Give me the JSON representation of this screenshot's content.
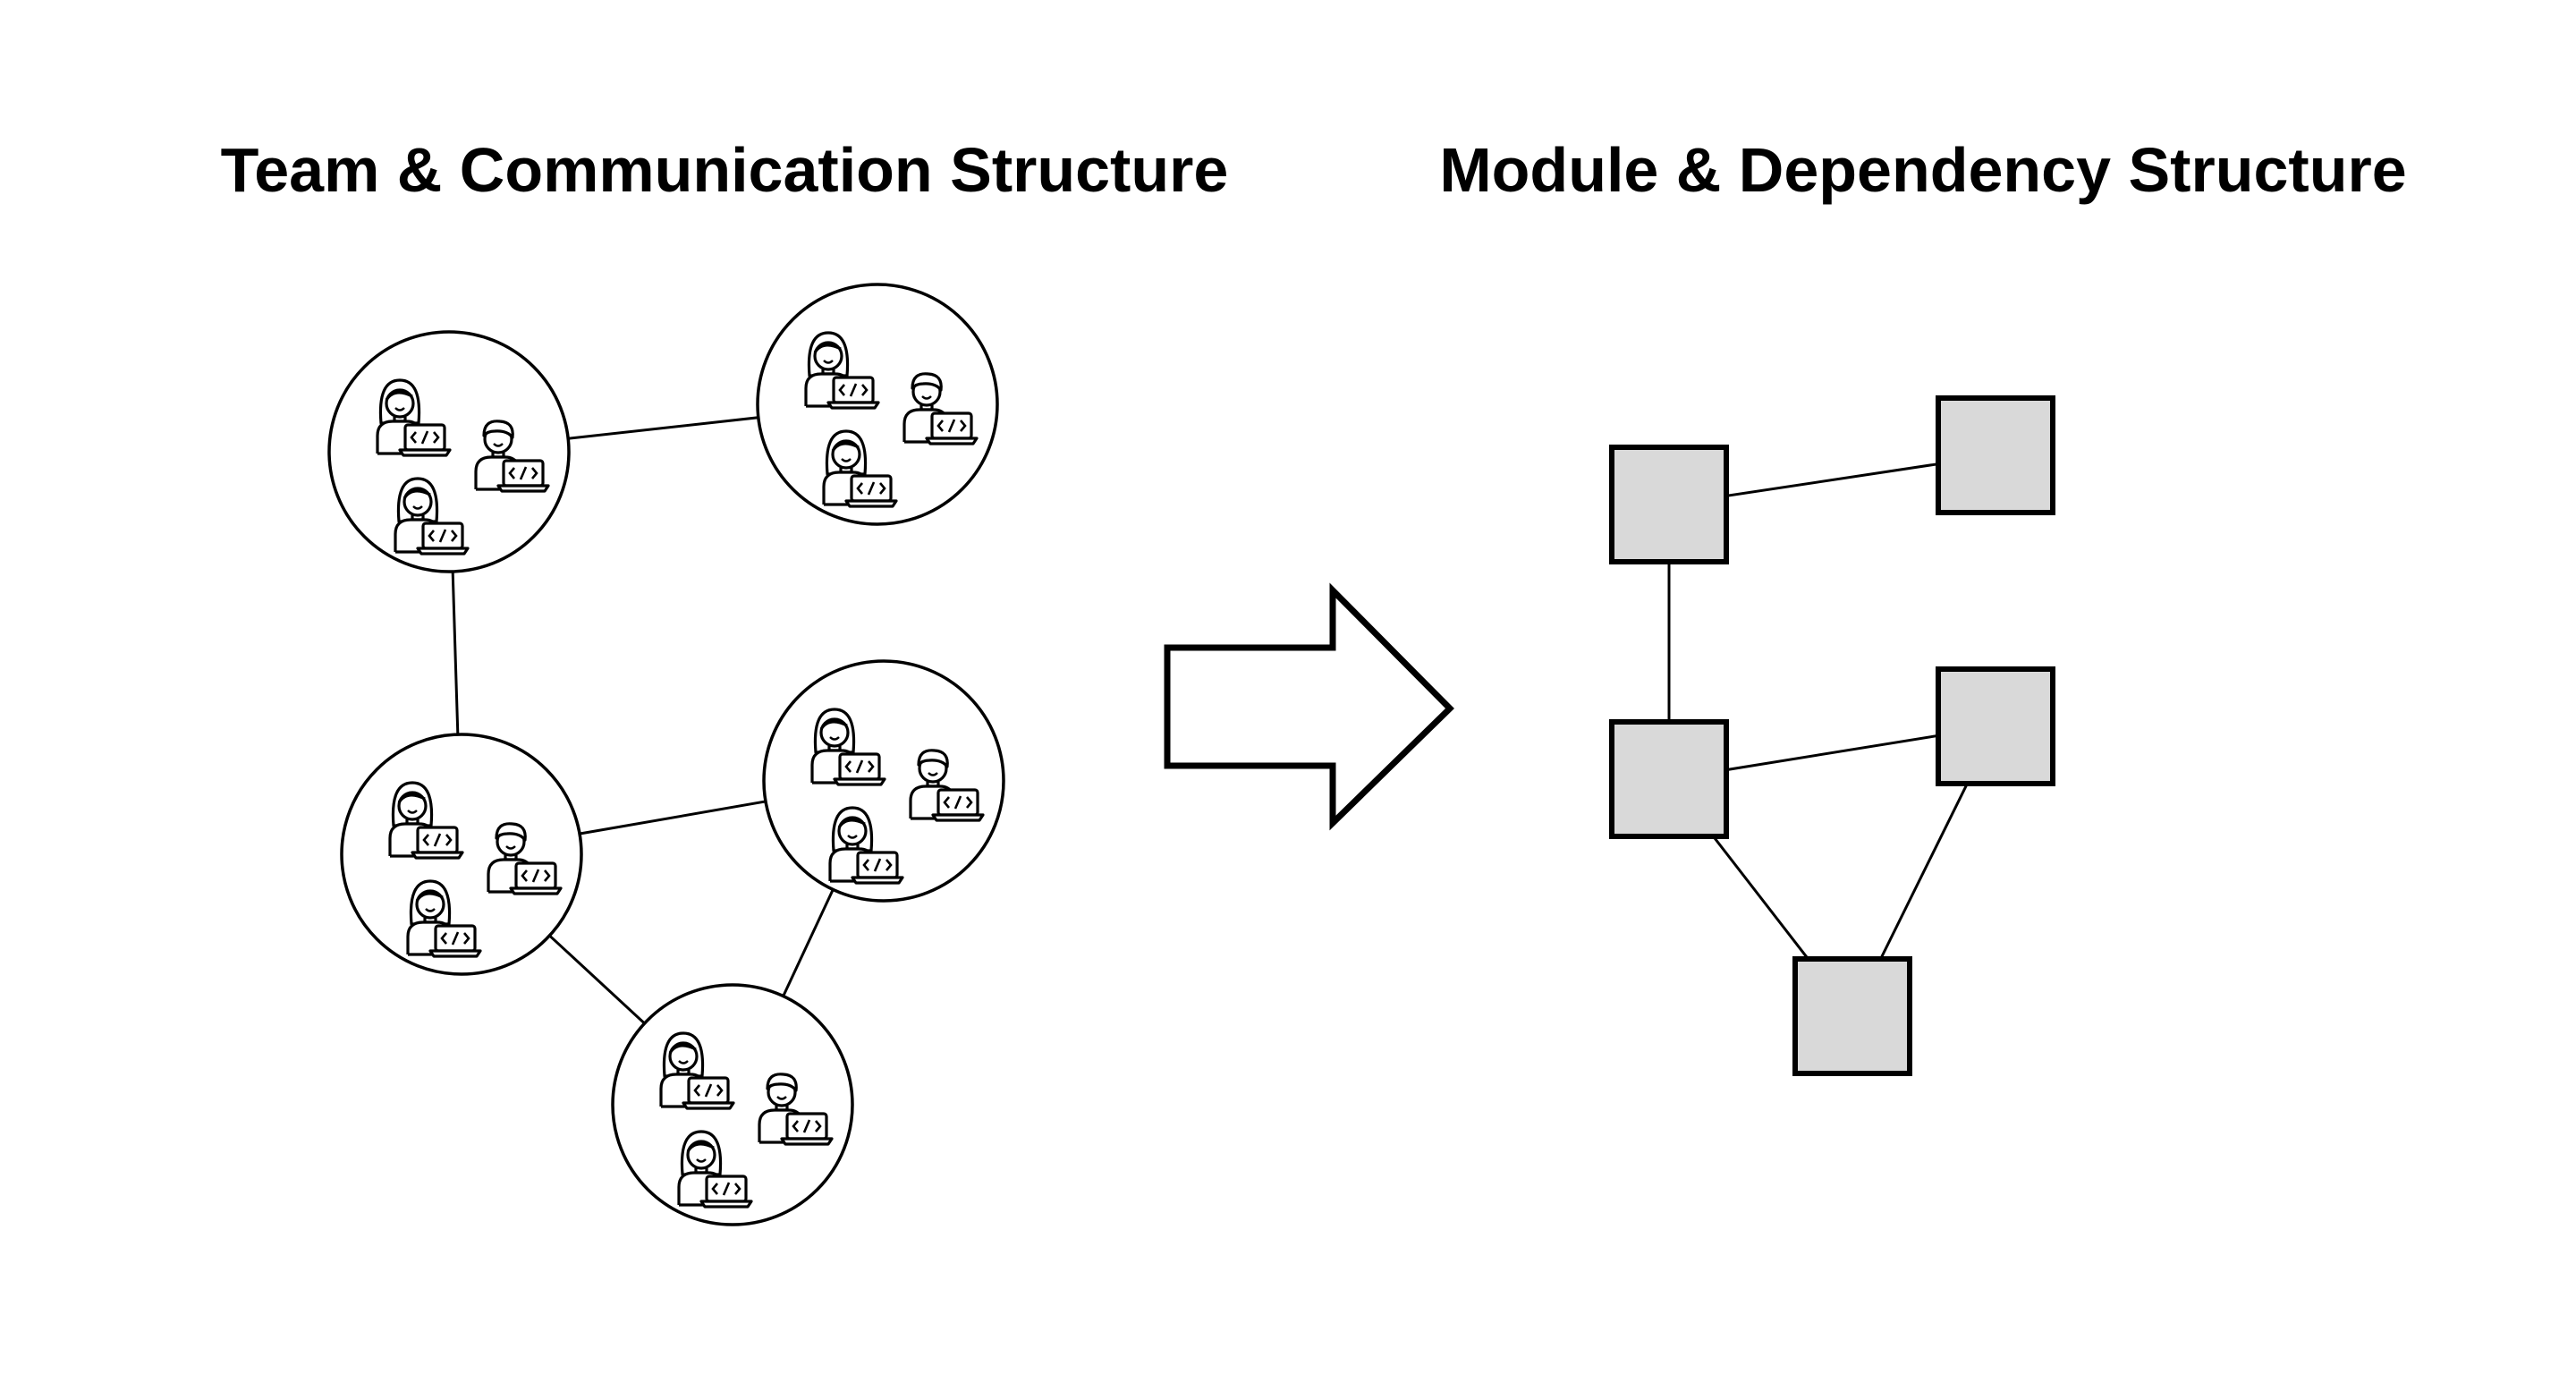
{
  "titles": {
    "left": "Team & Communication Structure",
    "right": "Module & Dependency Structure"
  },
  "teams": [
    {
      "id": "t1",
      "icon": "team-of-developers-icon"
    },
    {
      "id": "t2",
      "icon": "team-of-developers-icon"
    },
    {
      "id": "t3",
      "icon": "team-of-developers-icon"
    },
    {
      "id": "t4",
      "icon": "team-of-developers-icon"
    },
    {
      "id": "t5",
      "icon": "team-of-developers-icon"
    }
  ],
  "team_links": [
    [
      "t1",
      "t2"
    ],
    [
      "t1",
      "t3"
    ],
    [
      "t3",
      "t4"
    ],
    [
      "t3",
      "t5"
    ],
    [
      "t4",
      "t5"
    ]
  ],
  "developers_per_team": [
    "woman-developer-icon",
    "man-developer-icon",
    "woman-developer-icon"
  ],
  "arrow": {
    "icon": "right-arrow-icon"
  },
  "modules": [
    {
      "id": "m1"
    },
    {
      "id": "m2"
    },
    {
      "id": "m3"
    },
    {
      "id": "m4"
    },
    {
      "id": "m5"
    }
  ],
  "module_links": [
    [
      "m1",
      "m2"
    ],
    [
      "m1",
      "m3"
    ],
    [
      "m3",
      "m4"
    ],
    [
      "m3",
      "m5"
    ],
    [
      "m4",
      "m5"
    ]
  ],
  "colors": {
    "module_fill": "#d9d9d9",
    "stroke": "#000000",
    "background": "#ffffff"
  }
}
